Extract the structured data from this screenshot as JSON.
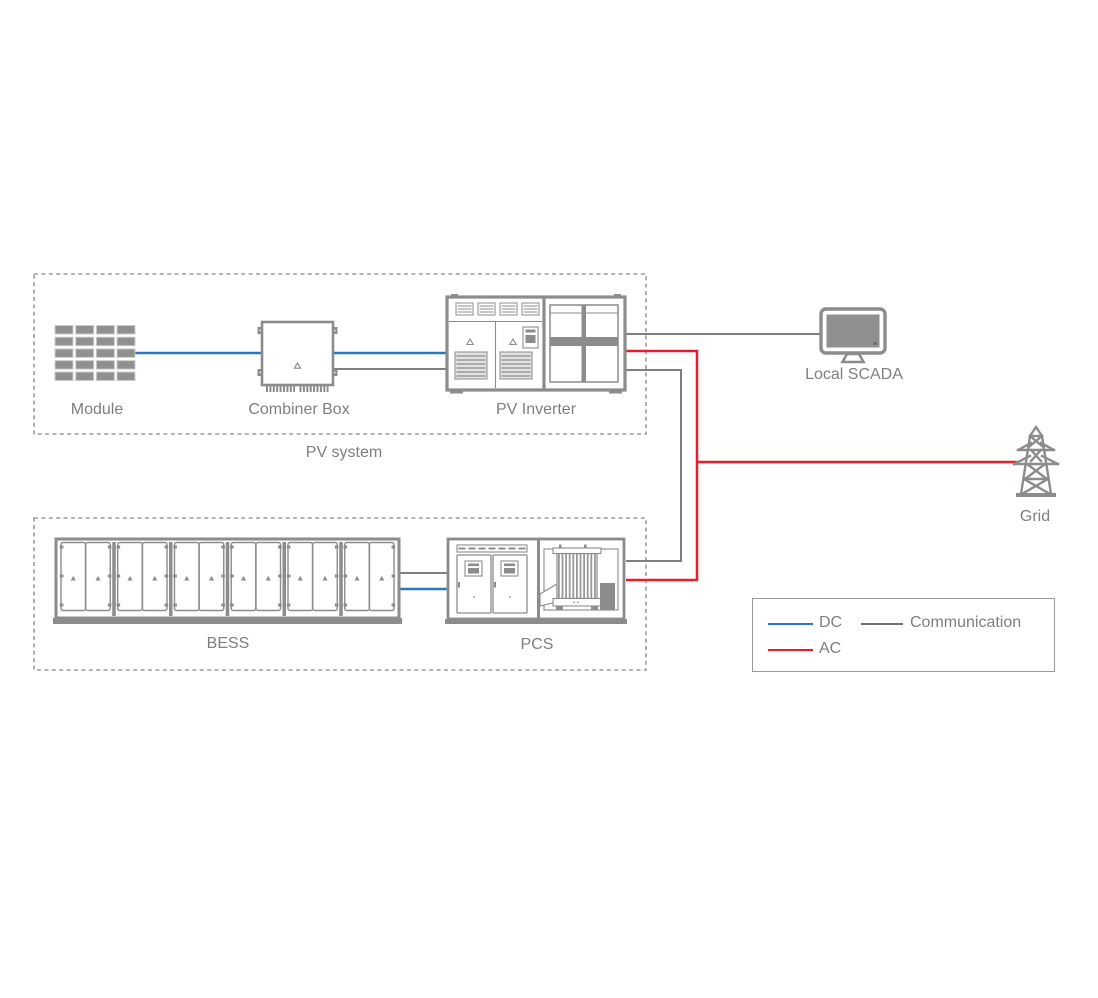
{
  "colors": {
    "dc": "#2778be",
    "ac": "#e81c2e",
    "comm": "#7f7f7f",
    "outline": "#8c8c8c",
    "text": "#7f7f7f",
    "dashborder": "#9d9d9d"
  },
  "pv_system": {
    "box_label": "PV system",
    "module": {
      "label": "Module"
    },
    "combiner_box": {
      "label": "Combiner Box"
    },
    "pv_inverter": {
      "label": "PV Inverter"
    }
  },
  "storage": {
    "bess": {
      "label": "BESS"
    },
    "pcs": {
      "label": "PCS"
    }
  },
  "scada": {
    "label": "Local SCADA"
  },
  "grid": {
    "label": "Grid"
  },
  "legend": {
    "dc_label": "DC",
    "ac_label": "AC",
    "comm_label": "Communication"
  }
}
